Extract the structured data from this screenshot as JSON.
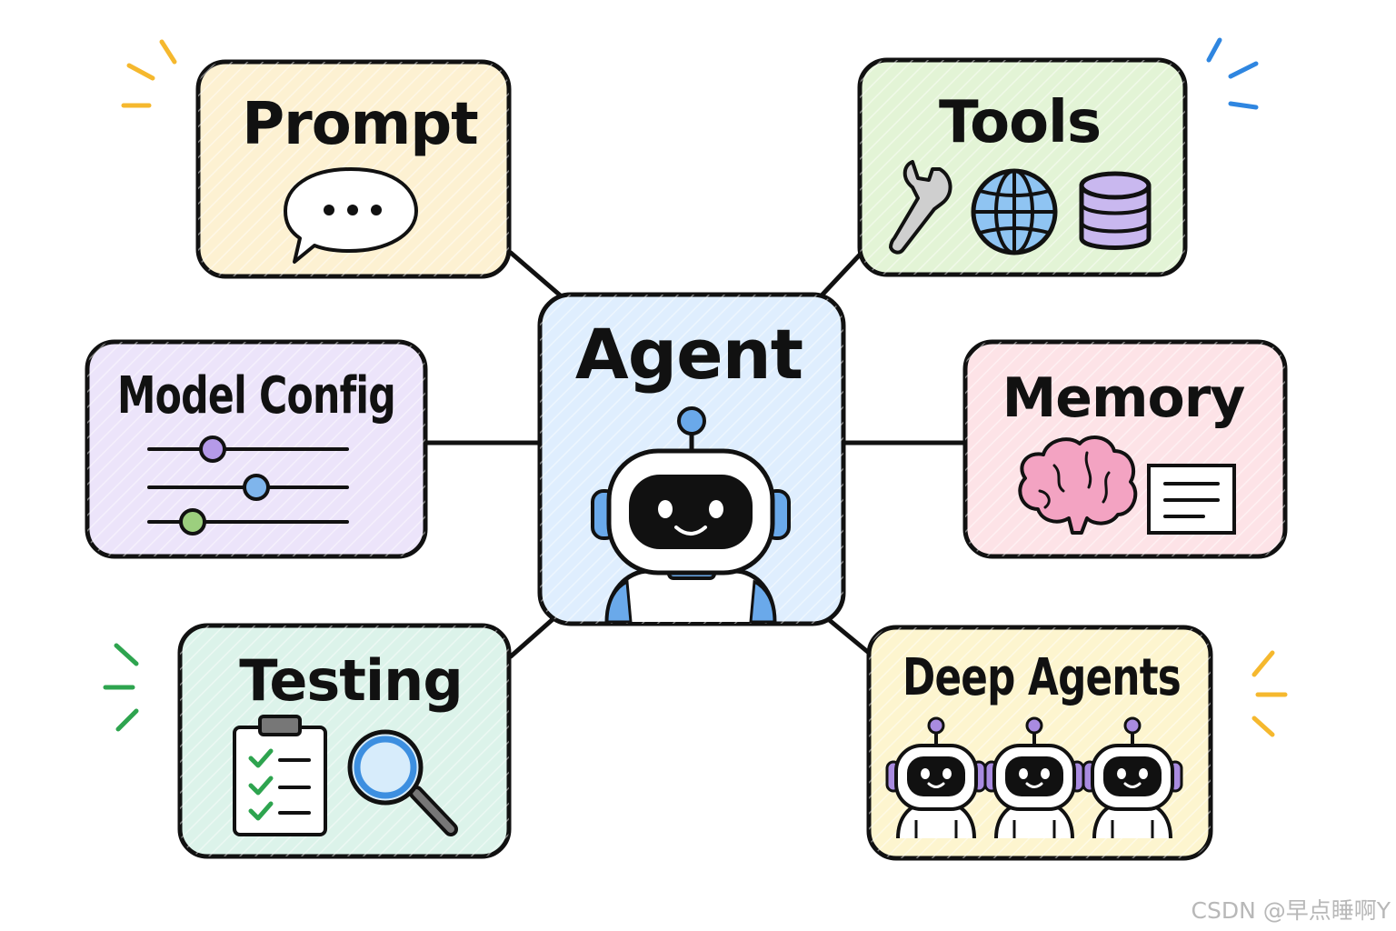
{
  "diagram": {
    "center": {
      "label": "Agent"
    },
    "nodes": {
      "prompt": {
        "label": "Prompt"
      },
      "tools": {
        "label": "Tools"
      },
      "model_config": {
        "label": "Model Config"
      },
      "memory": {
        "label": "Memory"
      },
      "testing": {
        "label": "Testing"
      },
      "deep_agents": {
        "label": "Deep Agents"
      }
    }
  },
  "colors": {
    "prompt_fill": "#fdf1d2",
    "tools_fill": "#e3f4d6",
    "model_config_fill": "#ece4fa",
    "memory_fill": "#fde3e7",
    "testing_fill": "#dcf3ea",
    "deep_agents_fill": "#fdf5cf",
    "agent_fill": "#dfeefe",
    "accent_blue": "#5aa2e8",
    "accent_purple": "#a98be0",
    "accent_green": "#8ccf7e",
    "accent_pink": "#f2a6c1"
  },
  "watermark": "CSDN @早点睡啊Y"
}
